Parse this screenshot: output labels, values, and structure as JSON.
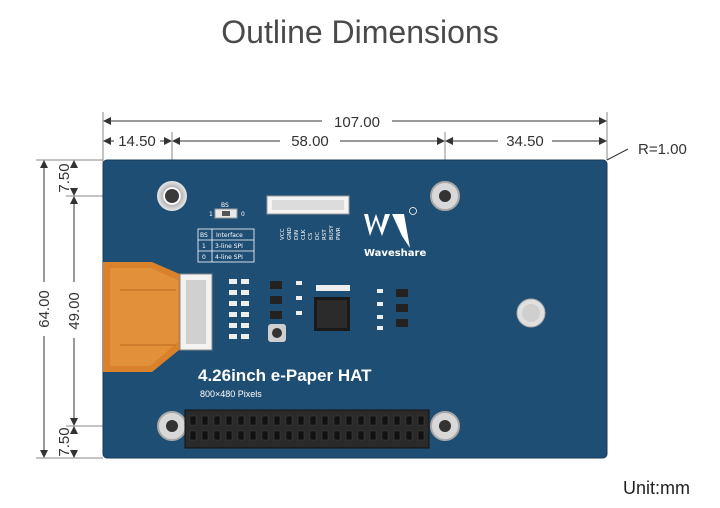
{
  "title": "Outline Dimensions",
  "unit_label": "Unit:mm",
  "dimensions": {
    "overall_width": "107.00",
    "left_hole_offset": "14.50",
    "hole_spacing": "58.00",
    "right_offset": "34.50",
    "corner_radius": "R=1.00",
    "overall_height": "64.00",
    "top_offset": "7.50",
    "hole_vertical_spacing": "49.00",
    "bottom_offset": "7.50"
  },
  "board": {
    "product_name": "4.26inch e-Paper HAT",
    "resolution": "800×480 Pixels",
    "brand": "Waveshare",
    "bs_label": "BS",
    "bs_switch_left": "1",
    "bs_switch_right": "0",
    "interface_table": {
      "headers": [
        "BS",
        "Interface"
      ],
      "rows": [
        [
          "1",
          "3-line SPI"
        ],
        [
          "0",
          "4-line SPI"
        ]
      ]
    },
    "connector_pins": [
      "VCC",
      "GND",
      "DIN",
      "CLK",
      "CS",
      "DC",
      "RST",
      "BUSY",
      "PWR"
    ]
  },
  "colors": {
    "pcb": "#1f4e74",
    "fpc": "#d9822b",
    "header": "#2a2a2a"
  }
}
